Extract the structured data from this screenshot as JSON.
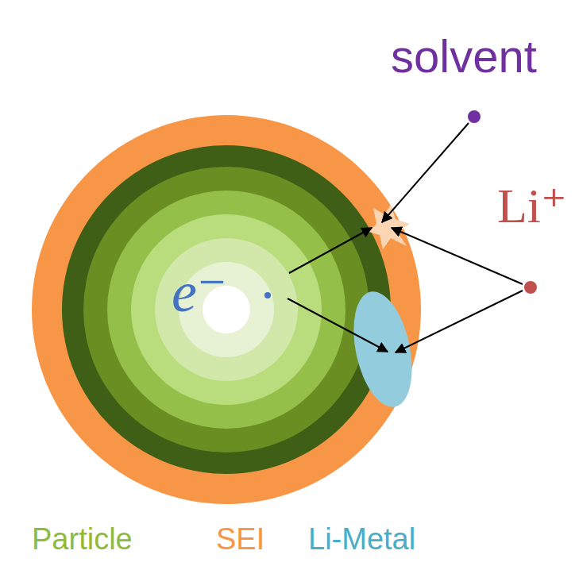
{
  "diagram": {
    "labels": [
      "solvent",
      "Li⁺",
      "e⁻"
    ],
    "legend": [
      {
        "text": "Particle",
        "color": "#8dbb3e"
      },
      {
        "text": "SEI",
        "color": "#f79646"
      },
      {
        "text": "Li-Metal",
        "color": "#4bacc6"
      }
    ]
  }
}
